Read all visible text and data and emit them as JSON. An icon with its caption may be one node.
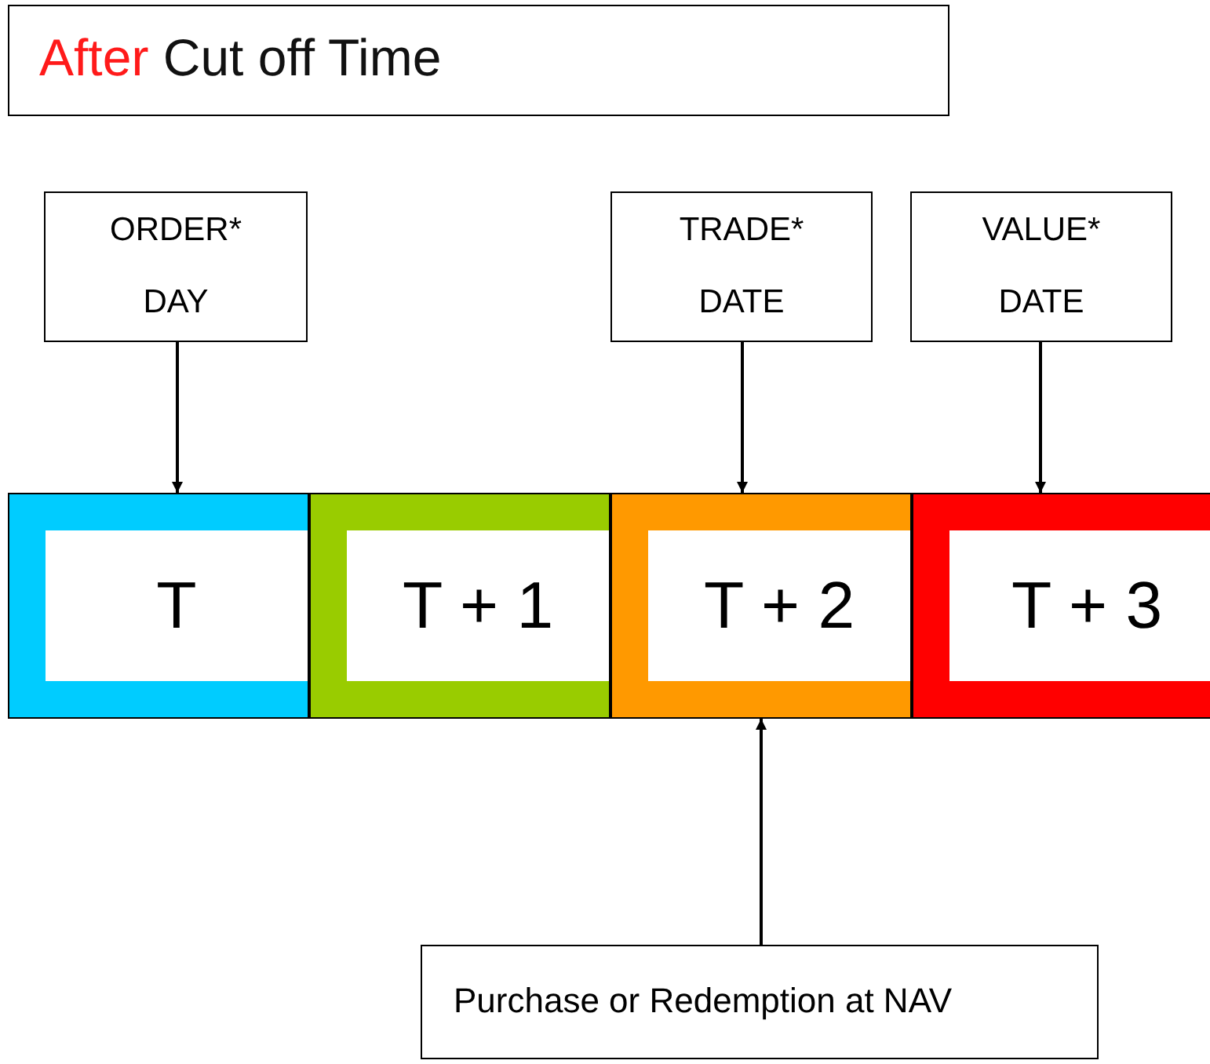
{
  "diagram": {
    "title": "After Cut off Time",
    "nodes": [
      {
        "text": [
          "ORDER* DAY"
        ]
      },
      {
        "text": [
          "TRADE* DATE"
        ]
      },
      {
        "text": [
          "VALUE* DATE"
        ]
      },
      {
        "text": [
          "T"
        ]
      },
      {
        "text": [
          "T + 1"
        ]
      },
      {
        "text": [
          "T + 2"
        ]
      },
      {
        "text": [
          "T + 3"
        ]
      },
      {
        "text": [
          "Purchase or Redemption at NAV"
        ]
      }
    ],
    "edges": [
      {
        "from": 0,
        "to": 3,
        "arrow": "to"
      },
      {
        "from": 1,
        "to": 5,
        "arrow": "to"
      },
      {
        "from": 2,
        "to": 6,
        "arrow": "to"
      },
      {
        "from": 7,
        "to": 5,
        "arrow": "to"
      }
    ]
  }
}
